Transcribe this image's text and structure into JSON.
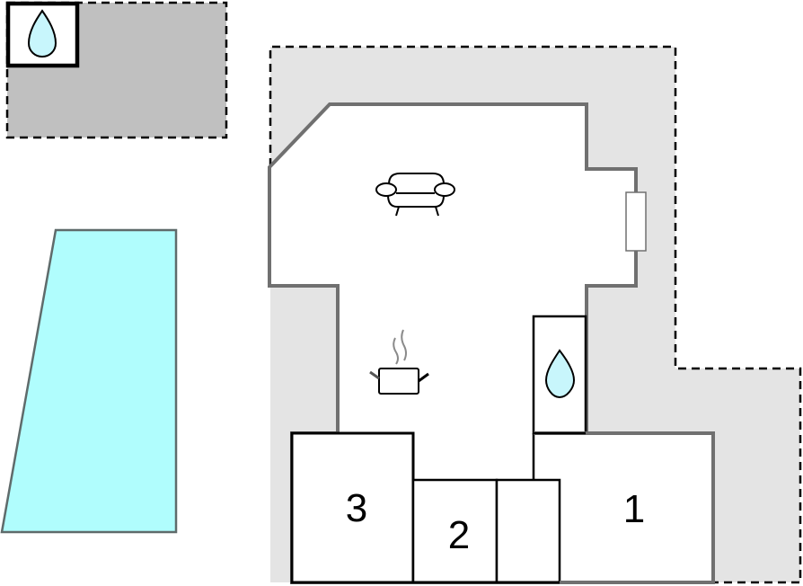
{
  "plan": {
    "type": "floor-plan",
    "colors": {
      "terrace_fill": "#e4e4e4",
      "outbuilding_fill": "#c0c0c0",
      "pool_fill": "#b0fdfd",
      "pool_stroke": "#5f6b6b",
      "wall_stroke": "#707070",
      "water_drop_fill": "#c8f6fc",
      "line": "#000000"
    },
    "rooms": [
      {
        "id": "bedroom-1",
        "label": "1"
      },
      {
        "id": "bedroom-2",
        "label": "2"
      },
      {
        "id": "bedroom-3",
        "label": "3"
      }
    ],
    "icons": [
      {
        "name": "sofa-icon",
        "meaning": "living room"
      },
      {
        "name": "cooking-pot-icon",
        "meaning": "kitchen"
      },
      {
        "name": "water-drop-icon",
        "meaning": "bathroom"
      },
      {
        "name": "water-drop-icon",
        "meaning": "outdoor bathroom / shower"
      },
      {
        "name": "fireplace-icon",
        "meaning": "fireplace / radiator"
      }
    ],
    "areas": [
      "terrace",
      "outbuilding",
      "swimming-pool"
    ]
  }
}
